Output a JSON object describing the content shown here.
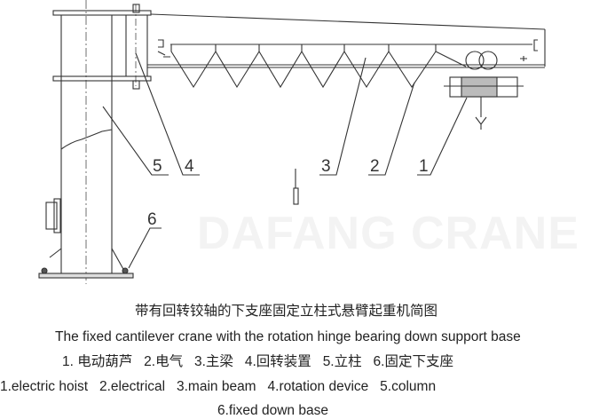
{
  "diagram": {
    "watermark": "DAFANG CRANE",
    "callouts": [
      "1",
      "2",
      "3",
      "4",
      "5",
      "6"
    ],
    "line_color": "#333333"
  },
  "captions": {
    "title_cn": "带有回转铰轴的下支座固定立柱式悬臂起重机简图",
    "title_en": "The fixed cantilever crane with the rotation hinge bearing down support base",
    "legend_cn": "1. 电动葫芦   2.电气   3.主梁   4.回转装置   5.立柱   6.固定下支座",
    "legend_en_1": "1.electric hoist   2.electrical   3.main beam   4.rotation device   5.column",
    "legend_en_2": "6.fixed down base"
  }
}
